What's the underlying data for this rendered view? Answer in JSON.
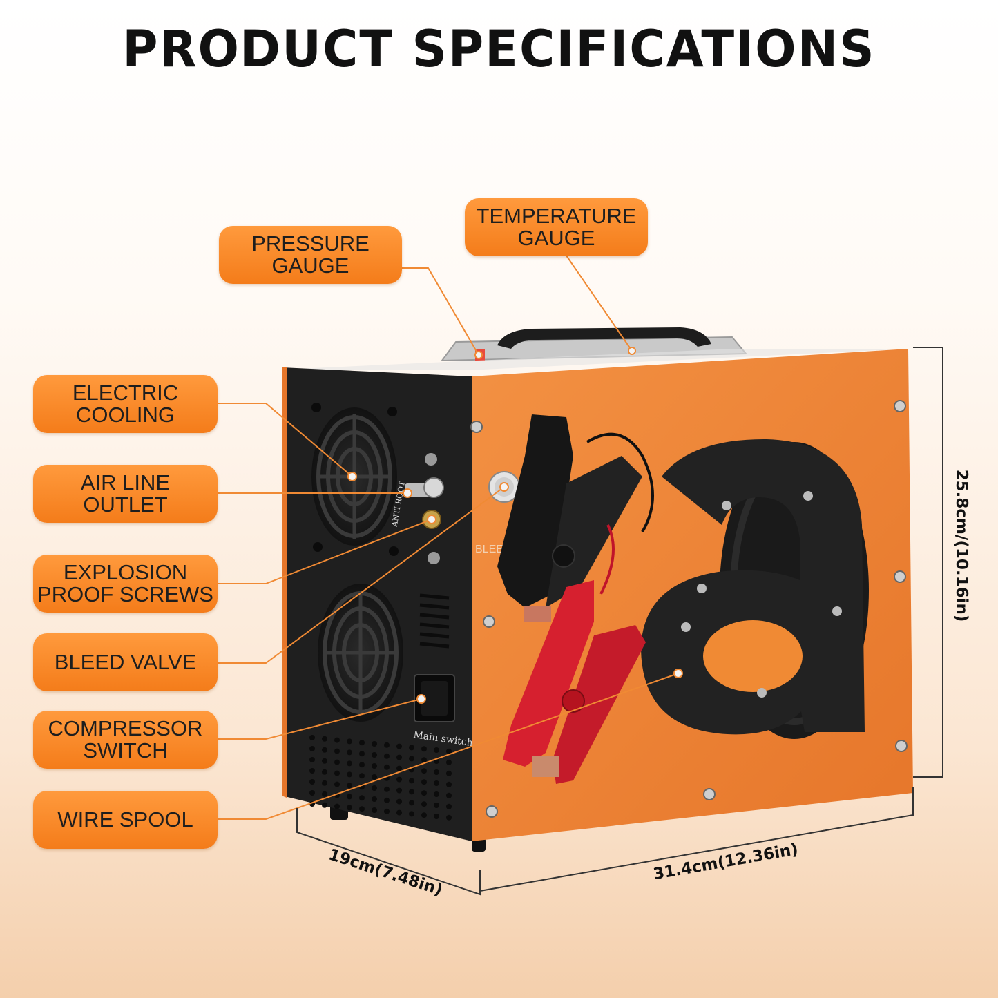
{
  "title": "PRODUCT SPECIFICATIONS",
  "callouts": {
    "pressure_gauge": "PRESSURE\nGAUGE",
    "temperature_gauge": "TEMPERATURE\nGAUGE",
    "electric_cooling": "ELECTRIC\nCOOLING",
    "air_line_outlet": "AIR LINE\nOUTLET",
    "explosion_proof_screws": "EXPLOSION\nPROOF SCREWS",
    "bleed_valve": "BLEED VALVE",
    "compressor_switch": "COMPRESSOR\nSWITCH",
    "wire_spool": "WIRE SPOOL"
  },
  "dimensions": {
    "depth": "19cm(7.48in)",
    "width": "31.4cm(12.36in)",
    "height": "25.8cm/(10.16in)"
  },
  "device_labels": {
    "bleed": "BLEED",
    "main_switch": "Main switch",
    "anti_root": "ANTI ROOT"
  },
  "colors": {
    "accent": "#f47c1a",
    "body": "#f08a34",
    "panel": "#1f1f1f"
  }
}
